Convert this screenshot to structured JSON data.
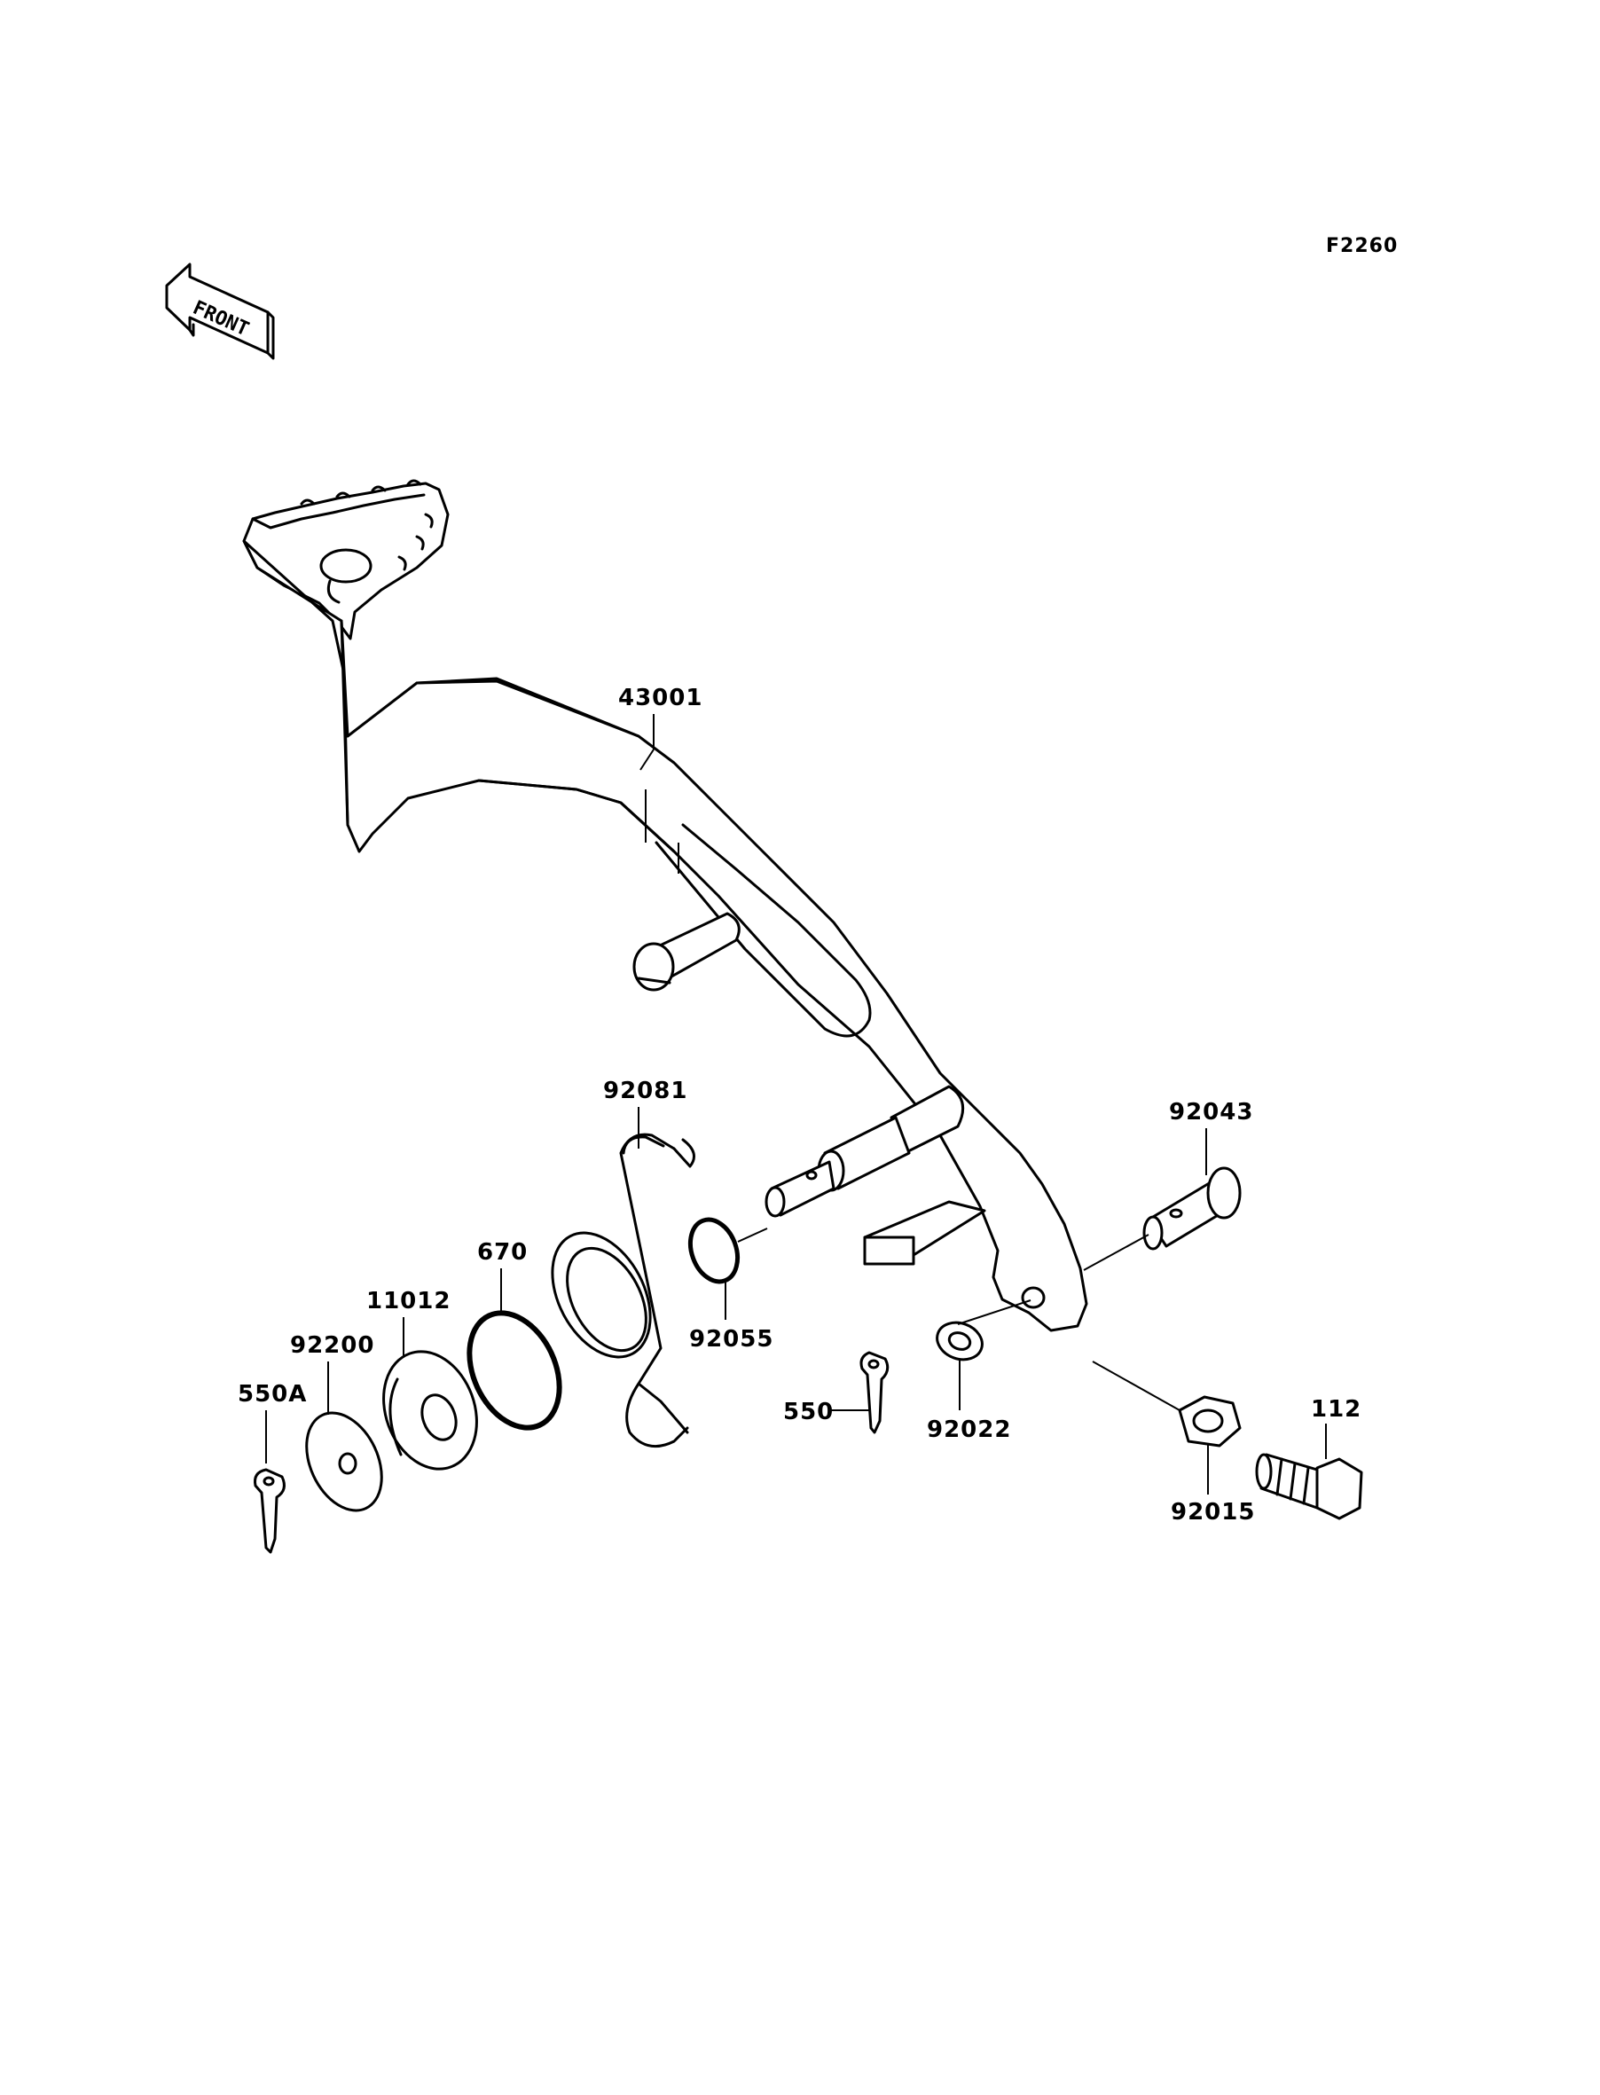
{
  "figure_code": "F2260",
  "front_indicator": "FRONT",
  "parts": {
    "p43001": "43001",
    "p92081": "92081",
    "p92043": "92043",
    "p670": "670",
    "p92055": "92055",
    "p11012": "11012",
    "p92200": "92200",
    "p550A": "550A",
    "p550": "550",
    "p92022": "92022",
    "p112": "112",
    "p92015": "92015"
  }
}
